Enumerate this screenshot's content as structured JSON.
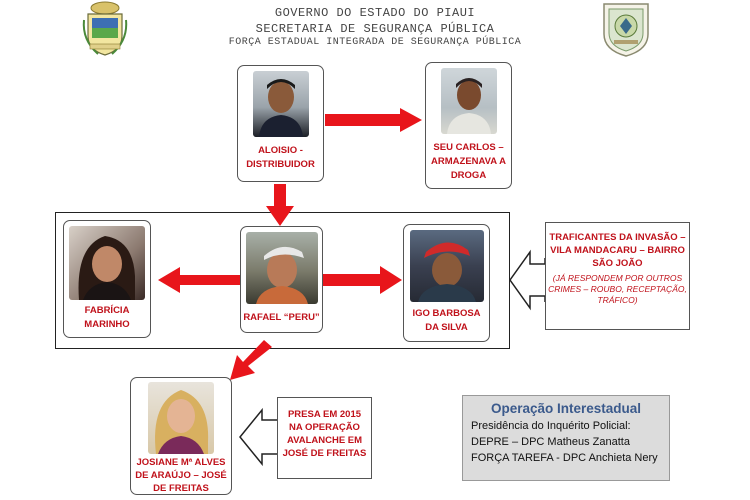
{
  "header": {
    "line1": "GOVERNO DO ESTADO DO PIAUI",
    "line2": "SECRETARIA DE SEGURANÇA PÚBLICA",
    "line3": "FORÇA ESTADUAL INTEGRADA DE SEGURANÇA PÚBLICA"
  },
  "logos": {
    "left": "state-coat-of-arms-icon",
    "right": "police-shield-icon"
  },
  "people": {
    "aloisio": {
      "line1": "ALOISIO -",
      "line2": "DISTRIBUIDOR"
    },
    "carlos": {
      "line1": "SEU CARLOS –",
      "line2": "ARMAZENAVA A",
      "line3": "DROGA"
    },
    "fabricia": {
      "line1": "FABRÍCIA",
      "line2": "MARINHO"
    },
    "rafael": {
      "line1": "RAFAEL “PERU”"
    },
    "igo": {
      "line1": "IGO BARBOSA",
      "line2": "DA SILVA"
    },
    "josiane": {
      "line1": "JOSIANE Mª ALVES",
      "line2": "DE ARAÚJO – JOSÉ",
      "line3": "DE FREITAS"
    }
  },
  "notes": {
    "traffickers": {
      "line1": "TRAFICANTES DA INVASÃO –",
      "line2": "VILA MANDACARU – BAIRRO",
      "line3": "SÃO JOÃO",
      "sub1": "(JÁ RESPONDEM POR OUTROS",
      "sub2": "CRIMES – ROUBO, RECEPTAÇÃO,",
      "sub3": "TRÁFICO)"
    },
    "arrest": {
      "line1": "PRESA EM 2015",
      "line2": "NA OPERAÇÃO",
      "line3": "AVALANCHE EM",
      "line4": "JOSÉ DE FREITAS"
    }
  },
  "info": {
    "title": "Operação Interestadual",
    "line1": "Presidência do Inquérito Policial:",
    "line2": "DEPRE – DPC Matheus Zanatta",
    "line3": "FORÇA TAREFA - DPC Anchieta Nery"
  },
  "colors": {
    "arrow": "#e8151b",
    "name_text": "#c0121b",
    "info_title": "#3b5a8c"
  }
}
